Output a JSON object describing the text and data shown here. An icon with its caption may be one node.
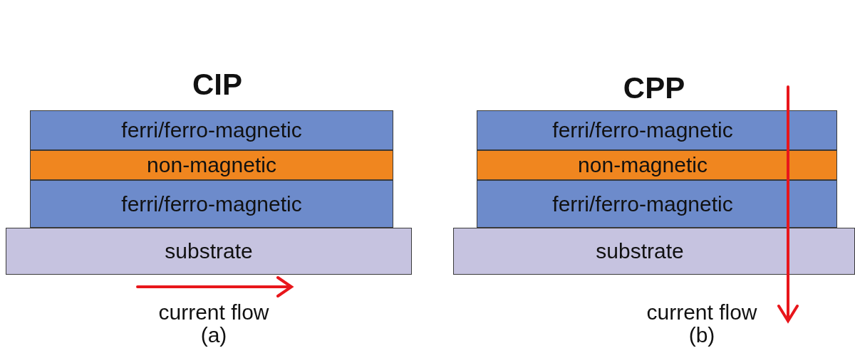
{
  "diagram": {
    "nodes": [
      {
        "text": [
          "ferri/ferro-magnetic"
        ]
      },
      {
        "text": [
          "non-magnetic"
        ]
      },
      {
        "text": [
          "ferri/ferro-magnetic"
        ]
      },
      {
        "text": [
          "substrate"
        ]
      },
      {
        "text": [
          "ferri/ferro-magnetic"
        ]
      },
      {
        "text": [
          "non-magnetic"
        ]
      },
      {
        "text": [
          "ferri/ferro-magnetic"
        ]
      },
      {
        "text": [
          "substrate"
        ]
      }
    ],
    "edges": [],
    "labels": [
      "CIP",
      "current flow",
      "(a)",
      "CPP",
      "current flow",
      "(b)"
    ]
  }
}
